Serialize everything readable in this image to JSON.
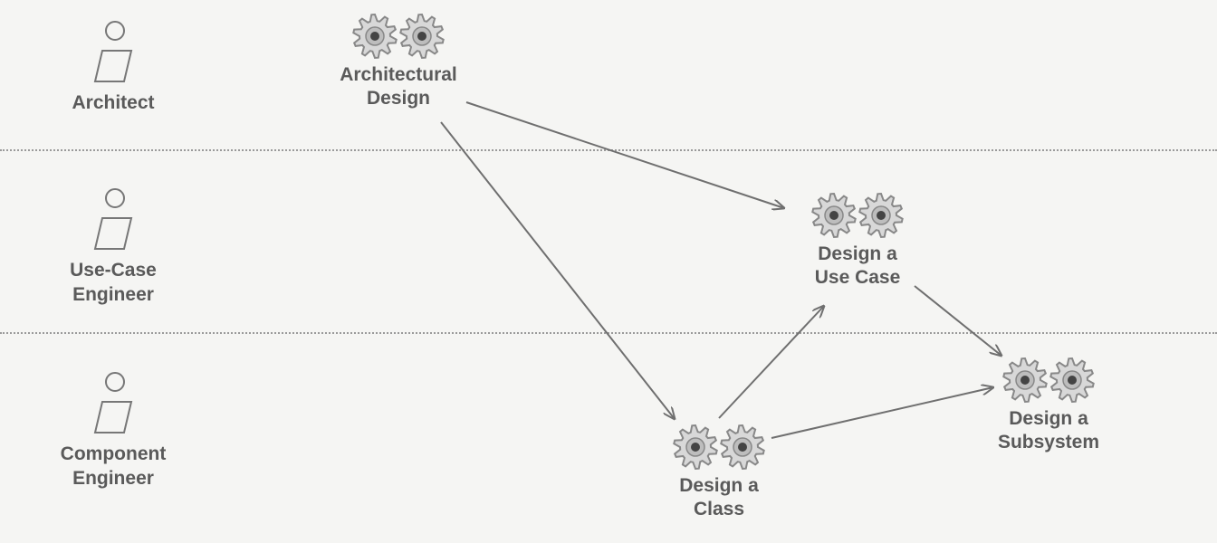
{
  "roles": [
    {
      "id": "architect",
      "line1": "Architect",
      "line2": ""
    },
    {
      "id": "use-case-engineer",
      "line1": "Use-Case",
      "line2": "Engineer"
    },
    {
      "id": "component-engineer",
      "line1": "Component",
      "line2": "Engineer"
    }
  ],
  "activities": {
    "architectural_design": {
      "line1": "Architectural",
      "line2": "Design"
    },
    "design_use_case": {
      "line1": "Design a",
      "line2": "Use Case"
    },
    "design_class": {
      "line1": "Design a",
      "line2": "Class"
    },
    "design_subsystem": {
      "line1": "Design a",
      "line2": "Subsystem"
    }
  },
  "colors": {
    "background": "#f5f5f3",
    "text": "#5a5a5a",
    "gear": "#888888",
    "gear_center": "#444444",
    "arrow": "#6f6f6f",
    "divider": "#9a9a9a"
  },
  "icons": {
    "role": "worker-icon",
    "activity": "gears-icon"
  }
}
